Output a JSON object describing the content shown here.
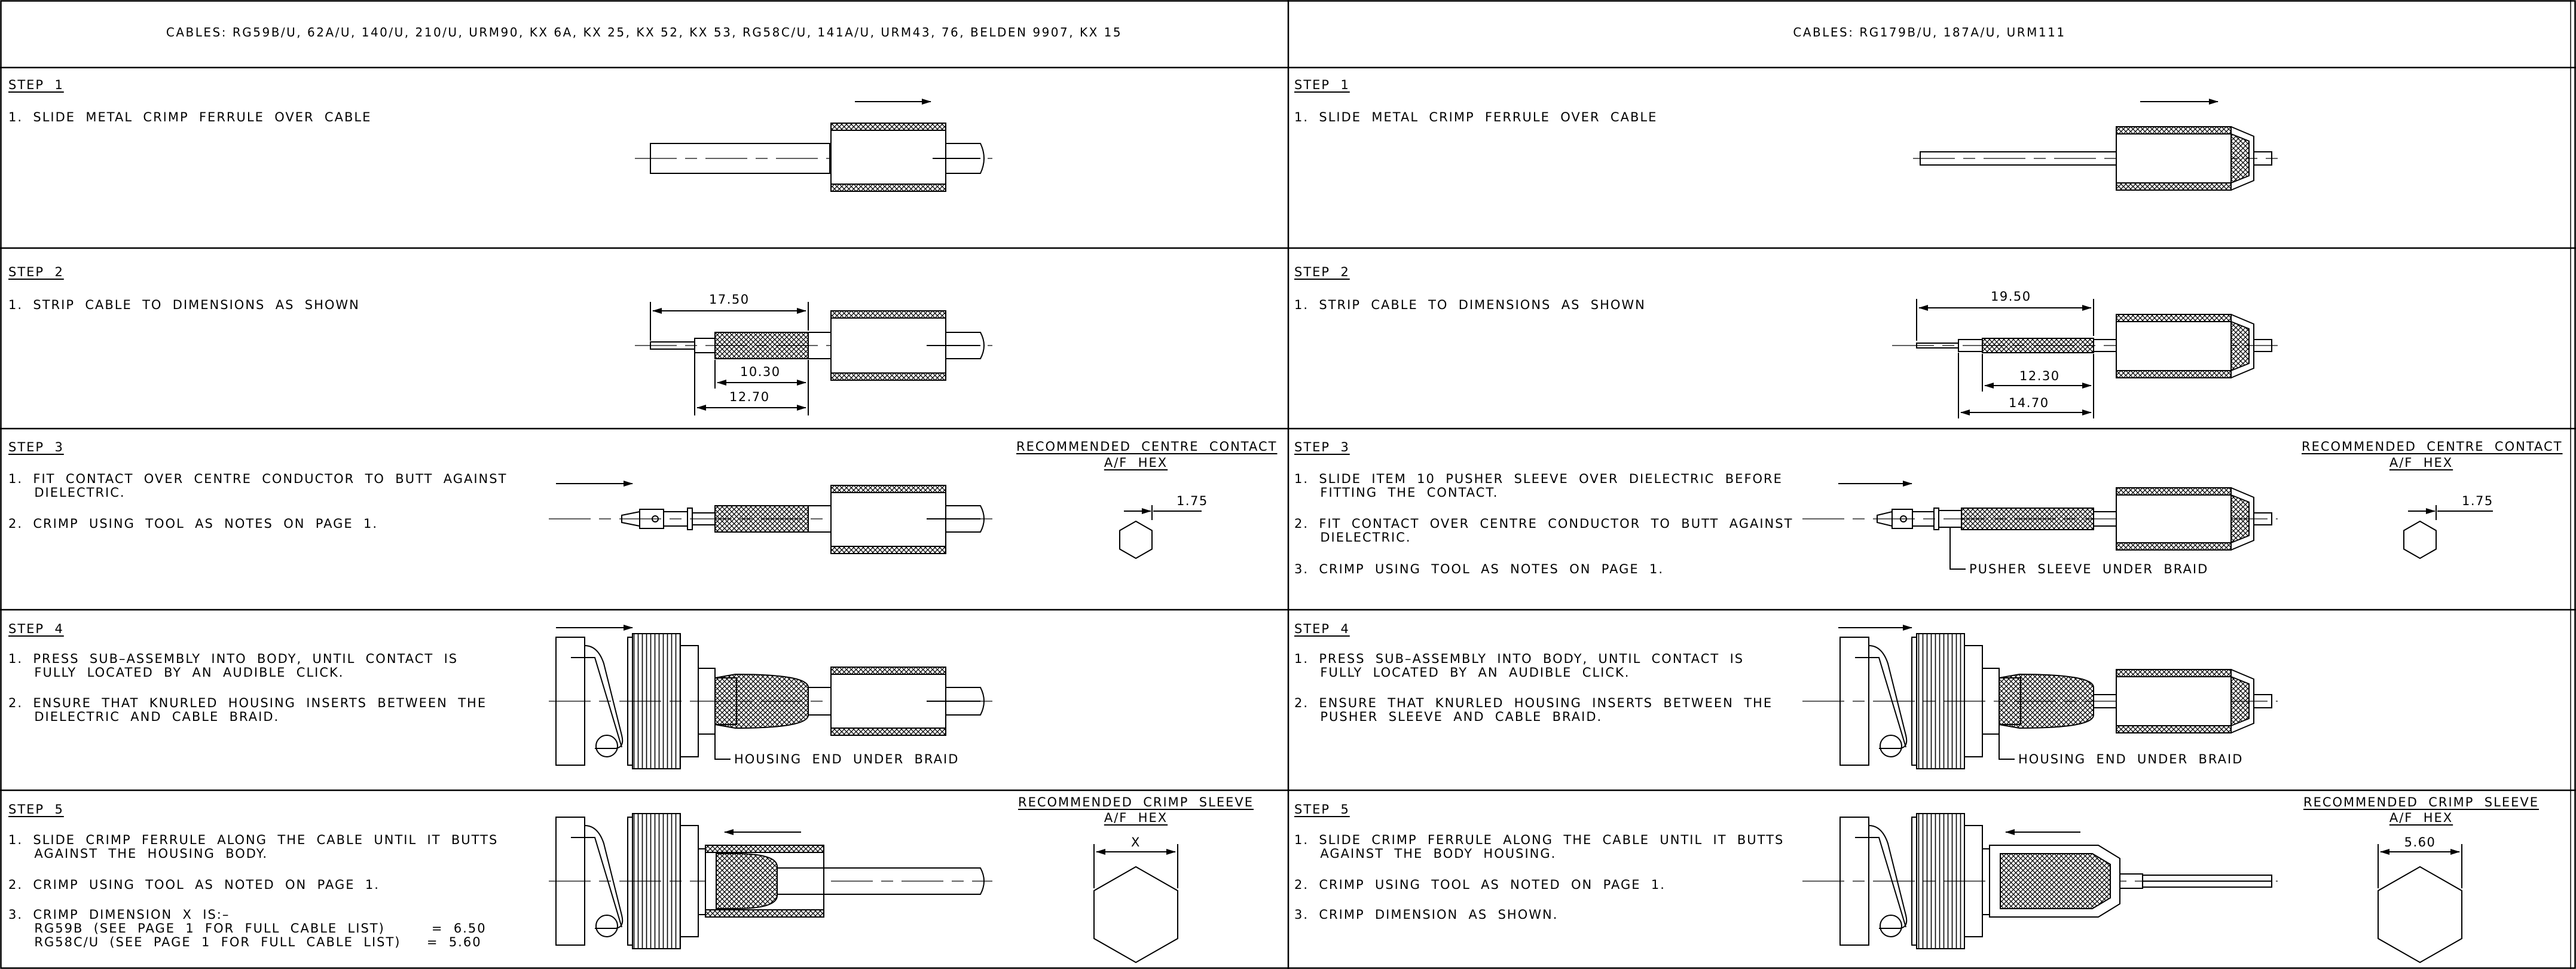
{
  "left": {
    "cables": "CABLES: RG59B/U, 62A/U, 140/U, 210/U, URM90, KX 6A, KX 25, KX 52, KX 53, RG58C/U, 141A/U, URM43, 76, BELDEN 9907, KX 15",
    "steps": [
      {
        "title": "STEP  1",
        "lines": [
          "1.  SLIDE  METAL  CRIMP  FERRULE  OVER  CABLE"
        ]
      },
      {
        "title": "STEP  2",
        "lines": [
          "1.  STRIP  CABLE  TO  DIMENSIONS  AS  SHOWN"
        ],
        "dims": [
          "17.50",
          "10.30",
          "12.70"
        ]
      },
      {
        "title": "STEP  3",
        "lines": [
          "1.  FIT  CONTACT  OVER  CENTRE  CONDUCTOR  TO  BUTT  AGAINST",
          "     DIELECTRIC.",
          "2.  CRIMP  USING  TOOL  AS  NOTES  ON  PAGE  1."
        ],
        "rec_title": "RECOMMENDED  CENTRE  CONTACT",
        "rec_sub": "A/F  HEX",
        "rec_value": "1.75"
      },
      {
        "title": "STEP  4",
        "lines": [
          "1.  PRESS  SUB–ASSEMBLY  INTO  BODY,  UNTIL  CONTACT  IS",
          "     FULLY  LOCATED  BY  AN  AUDIBLE  CLICK.",
          "2.  ENSURE  THAT  KNURLED  HOUSING  INSERTS  BETWEEN  THE",
          "     DIELECTRIC  AND  CABLE  BRAID."
        ],
        "callout": "HOUSING  END  UNDER  BRAID"
      },
      {
        "title": "STEP  5",
        "lines": [
          "1.  SLIDE  CRIMP  FERRULE  ALONG  THE  CABLE  UNTIL  IT  BUTTS",
          "     AGAINST  THE  HOUSING  BODY.",
          "2.  CRIMP  USING  TOOL  AS  NOTED  ON  PAGE  1.",
          "3.  CRIMP  DIMENSION  X  IS:–",
          "     RG59B  (SEE  PAGE  1  FOR  FULL  CABLE  LIST)         =  6.50",
          "     RG58C/U  (SEE  PAGE  1  FOR  FULL  CABLE  LIST)     =  5.60"
        ],
        "rec_title": "RECOMMENDED  CRIMP  SLEEVE",
        "rec_sub": "A/F  HEX",
        "rec_value": "X"
      }
    ]
  },
  "right": {
    "cables": "CABLES: RG179B/U, 187A/U, URM111",
    "steps": [
      {
        "title": "STEP  1",
        "lines": [
          "1.  SLIDE  METAL  CRIMP  FERRULE  OVER  CABLE"
        ]
      },
      {
        "title": "STEP  2",
        "lines": [
          "1.  STRIP  CABLE  TO  DIMENSIONS  AS  SHOWN"
        ],
        "dims": [
          "19.50",
          "12.30",
          "14.70"
        ]
      },
      {
        "title": "STEP  3",
        "lines": [
          "1.  SLIDE  ITEM  10  PUSHER  SLEEVE  OVER  DIELECTRIC  BEFORE",
          "     FITTING  THE  CONTACT.",
          "2.  FIT  CONTACT  OVER  CENTRE  CONDUCTOR  TO  BUTT  AGAINST",
          "     DIELECTRIC.",
          "3.  CRIMP  USING  TOOL  AS  NOTES  ON  PAGE  1."
        ],
        "callout": "PUSHER  SLEEVE  UNDER  BRAID",
        "rec_title": "RECOMMENDED  CENTRE  CONTACT",
        "rec_sub": "A/F  HEX",
        "rec_value": "1.75"
      },
      {
        "title": "STEP  4",
        "lines": [
          "1.  PRESS  SUB–ASSEMBLY  INTO  BODY,  UNTIL  CONTACT  IS",
          "     FULLY  LOCATED  BY  AN  AUDIBLE  CLICK.",
          "2.  ENSURE  THAT  KNURLED  HOUSING  INSERTS  BETWEEN  THE",
          "     PUSHER  SLEEVE  AND  CABLE  BRAID."
        ],
        "callout": "HOUSING  END  UNDER  BRAID"
      },
      {
        "title": "STEP  5",
        "lines": [
          "1.  SLIDE  CRIMP  FERRULE  ALONG  THE  CABLE  UNTIL  IT  BUTTS",
          "     AGAINST  THE  BODY  HOUSING.",
          "2.  CRIMP  USING  TOOL  AS  NOTED  ON  PAGE  1.",
          "3.  CRIMP  DIMENSION  AS  SHOWN."
        ],
        "rec_title": "RECOMMENDED  CRIMP  SLEEVE",
        "rec_sub": "A/F  HEX",
        "rec_value": "5.60"
      }
    ]
  }
}
